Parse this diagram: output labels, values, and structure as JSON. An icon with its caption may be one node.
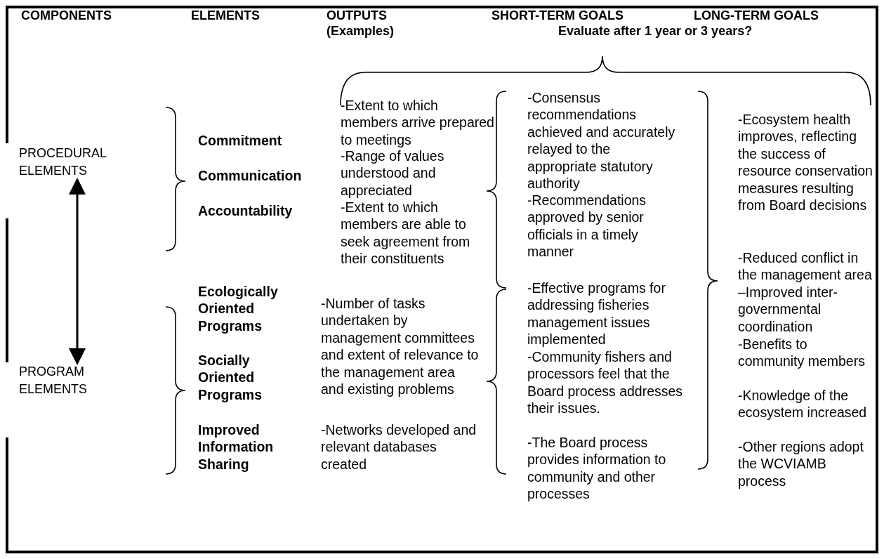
{
  "diagram": {
    "nodes": [
      {
        "text": [
          "PROCEDURAL ELEMENTS"
        ]
      },
      {
        "text": [
          "PROGRAM ELEMENTS"
        ]
      }
    ],
    "edges": [
      {
        "from": 0,
        "to": 1,
        "arrow": "both"
      }
    ],
    "labels": [
      "COMPONENTS",
      "ELEMENTS",
      "OUTPUTS (Examples)",
      "SHORT-TERM GOALS",
      "LONG-TERM GOALS",
      "Evaluate after 1 year or 3 years?",
      "Commitment",
      "Communication",
      "Accountability",
      "-Extent to which members arrive prepared to meetings",
      "-Range of values understood and appreciated",
      "-Extent to which members are able to seek agreement from their constituents",
      "-Consensus recommendations achieved and accurately relayed to the appropriate statutory authority",
      "-Recommendations approved by senior officials in a timely manner",
      "-Ecosystem health improves, reflecting the success of resource conservation measures resulting from Board decisions",
      "-Reduced conflict in the management area –Improved inter-governmental coordination",
      "-Benefits to community members",
      "-Knowledge of the ecosystem increased",
      "-Other regions adopt the WCVIAMB process",
      "Ecologically Oriented Programs",
      "Socially Oriented Programs",
      "Improved Information Sharing",
      "-Number of tasks undertaken by management committees and extent of relevance to the management area and existing problems",
      "-Networks developed and relevant databases created",
      "-Effective programs for addressing fisheries management issues implemented",
      "-Community fishers and processors feel that the Board process addresses their issues.",
      "-The Board process provides information to community and other processes"
    ]
  }
}
